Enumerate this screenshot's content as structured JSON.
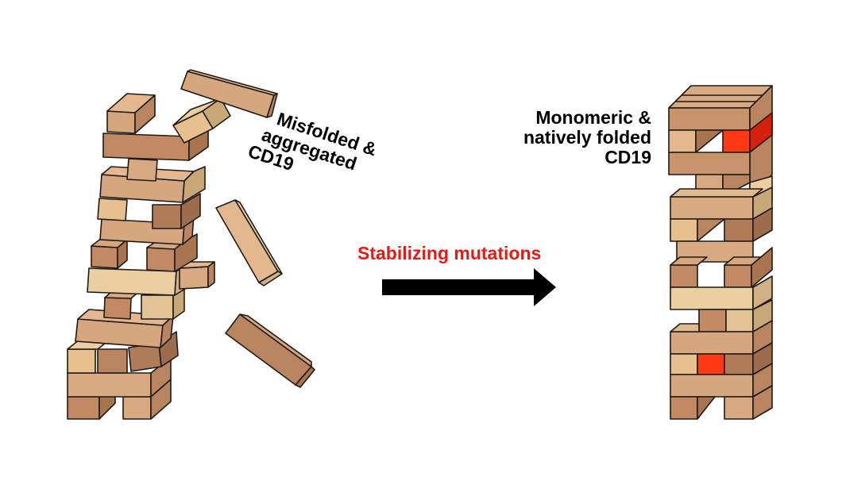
{
  "left_label": {
    "lines": [
      "Misfolded &",
      "aggregated",
      "CD19"
    ]
  },
  "right_label": {
    "lines": [
      "Monomeric &",
      "natively folded",
      "CD19"
    ]
  },
  "arrow_label": "Stabilizing mutations",
  "colors": {
    "arrow_label": "#e41a14",
    "arrow": "#000000",
    "wood_light": "#eccfa0",
    "wood_mid": "#d6a77e",
    "wood_dark": "#b98460",
    "highlight_block": "#ff3a12"
  },
  "illustrations": {
    "left": "collapsing-jenga-tower",
    "right": "stable-jenga-tower-with-two-red-blocks"
  }
}
